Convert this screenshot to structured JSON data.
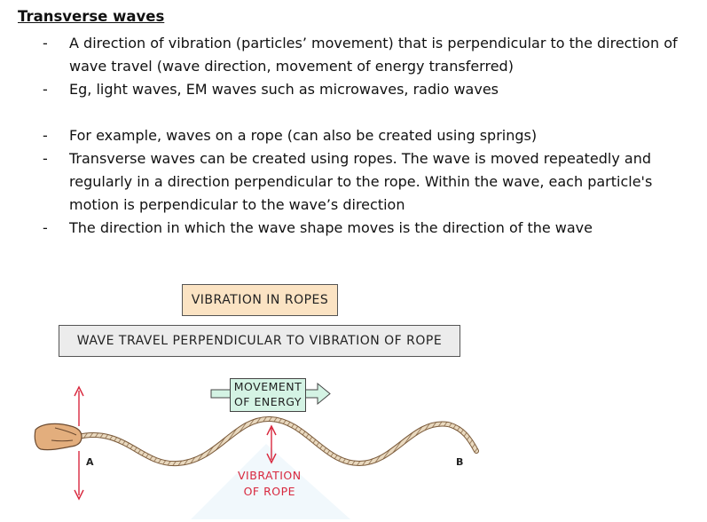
{
  "heading": "Transverse waves",
  "bullets_group1": [
    "A direction of vibration (particles’ movement) that is perpendicular to the direction of wave travel (wave direction,  movement of energy transferred)",
    "Eg, light waves, EM waves such as microwaves, radio waves"
  ],
  "bullets_group2": [
    "For example, waves on a rope (can also be created using springs)",
    "Transverse waves can be created using ropes. The wave is moved repeatedly and regularly in a direction perpendicular to the rope. Within the wave, each particle's motion is perpendicular to the wave’s direction",
    "The direction in which the wave shape moves is the direction of the wave"
  ],
  "bullet_marker": "-",
  "diagram": {
    "vibration_box": "VIBRATION  IN  ROPES",
    "travel_box": "WAVE  TRAVEL  PERPENDICULAR  TO  VIBRATION  OF  ROPE",
    "energy_line1": "MOVEMENT",
    "energy_line2": "OF  ENERGY",
    "point_a": "A",
    "point_b": "B",
    "vibration_line1": "VIBRATION",
    "vibration_line2": "OF  ROPE"
  },
  "colors": {
    "vibration_box": "#fbe3c3",
    "travel_box": "#ececec",
    "energy_box": "#d4f3e4",
    "arrow_red": "#d8283e",
    "rope": "#b09070",
    "hand": "#e3ae7d"
  }
}
